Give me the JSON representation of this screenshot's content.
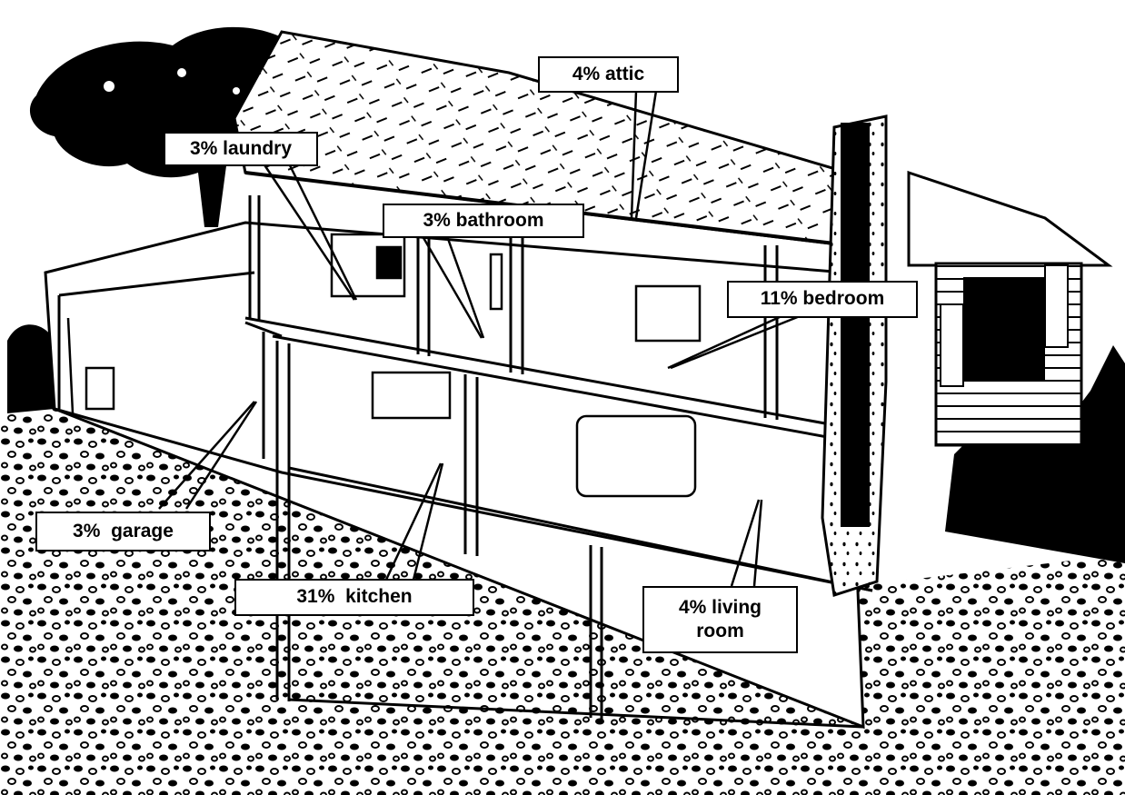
{
  "labels": {
    "attic": "4% attic",
    "laundry": "3% laundry",
    "bathroom": "3% bathroom",
    "bedroom": "11% bedroom",
    "garage": "3%  garage",
    "kitchen": "31%  kitchen",
    "living_room_line1": "4% living",
    "living_room_line2": "room"
  },
  "colors": {
    "ink": "#000000",
    "paper": "#ffffff"
  }
}
